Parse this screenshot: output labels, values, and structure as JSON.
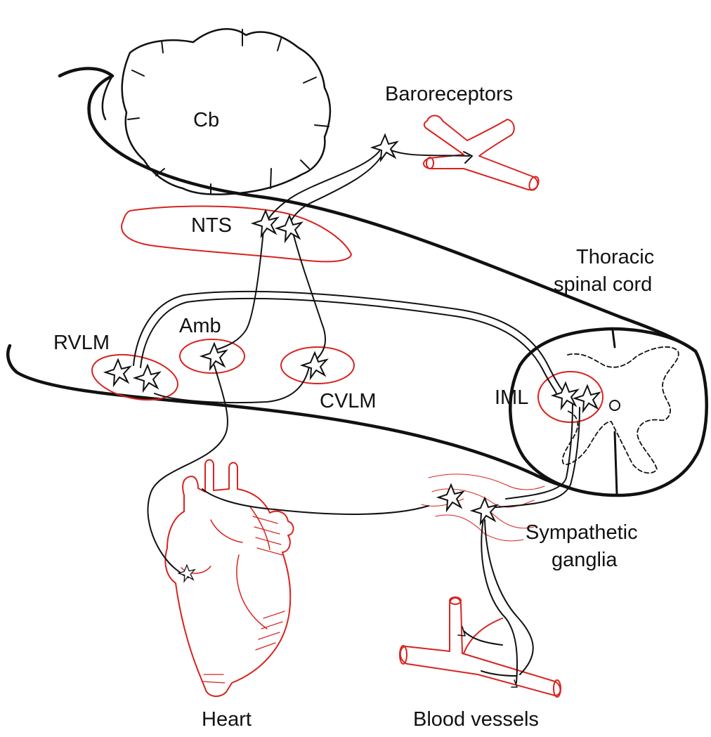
{
  "labels": {
    "cb": "Cb",
    "baroreceptors": "Baroreceptors",
    "nts": "NTS",
    "thoracic_line1": "Thoracic",
    "thoracic_line2": "spinal cord",
    "rvlm": "RVLM",
    "amb": "Amb",
    "cvlm": "CVLM",
    "iml": "IML",
    "sympathetic_line1": "Sympathetic",
    "sympathetic_line2": "ganglia",
    "heart": "Heart",
    "blood_vessels": "Blood vessels"
  },
  "colors": {
    "line": "#111111",
    "structure_red": "#d8231f",
    "background": "#ffffff"
  }
}
